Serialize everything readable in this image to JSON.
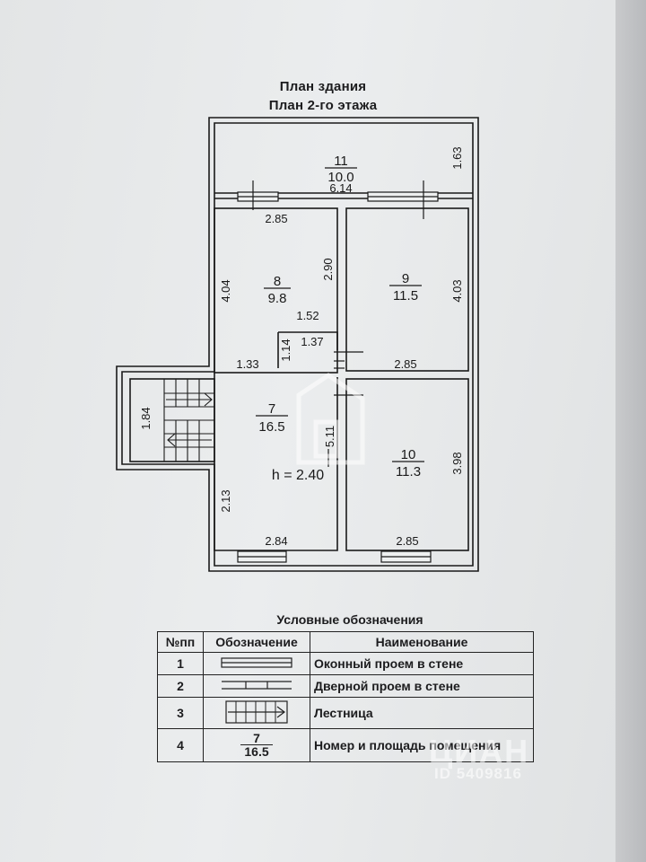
{
  "header": {
    "title_1": "План здания",
    "title_2": "План 2-го этажа"
  },
  "rooms": [
    {
      "number": "11",
      "area": "10.0"
    },
    {
      "number": "8",
      "area": "9.8"
    },
    {
      "number": "9",
      "area": "11.5"
    },
    {
      "number": "7",
      "area": "16.5"
    },
    {
      "number": "10",
      "area": "11.3"
    }
  ],
  "dimensions": {
    "d_614": "6.14",
    "d_163": "1.63",
    "d_285_top": "2.85",
    "d_404": "4.04",
    "d_290": "2.90",
    "d_403": "4.03",
    "d_152": "1.52",
    "d_137": "1.37",
    "d_114": "1.14",
    "d_133": "1.33",
    "d_285_mid": "2.85",
    "d_184": "1.84",
    "d_511": "5.11",
    "d_398": "3.98",
    "d_213": "2.13",
    "d_284": "2.84",
    "d_285_bottom": "2.85"
  },
  "ceiling_height": "h = 2.40",
  "legend": {
    "title": "Условные обозначения",
    "headers": [
      "№пп",
      "Обозначение",
      "Наименование"
    ],
    "rows": [
      {
        "num": "1",
        "name": "Оконный проем в стене"
      },
      {
        "num": "2",
        "name": "Дверной проем в стене"
      },
      {
        "num": "3",
        "name": "Лестница"
      },
      {
        "num": "4",
        "name": "Номер и площадь помещения",
        "sample_number": "7",
        "sample_area": "16.5"
      }
    ]
  },
  "watermark": {
    "brand": "ЦИАН",
    "id": "ID 5409816"
  }
}
